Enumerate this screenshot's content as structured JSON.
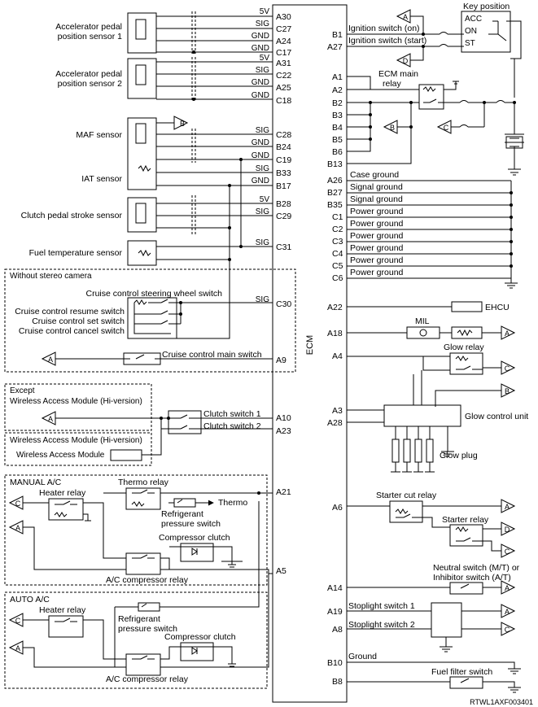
{
  "ecm_label": "ECM",
  "code": "RTWL1AXF003401",
  "left_components": [
    "Accelerator pedal",
    "position sensor 1",
    "Accelerator pedal",
    "position sensor 2",
    "MAF sensor",
    "IAT sensor",
    "Clutch pedal stroke sensor",
    "Fuel temperature sensor"
  ],
  "left_signals": [
    "5V",
    "SIG",
    "GND",
    "GND",
    "5V",
    "SIG",
    "GND",
    "GND",
    "SIG",
    "GND",
    "GND",
    "SIG",
    "GND",
    "5V",
    "SIG",
    "SIG",
    "SIG"
  ],
  "left_pins": [
    "A30",
    "C27",
    "A24",
    "C17",
    "A31",
    "C22",
    "A25",
    "C18",
    "C28",
    "B24",
    "C19",
    "B33",
    "B17",
    "B28",
    "C29",
    "C31",
    "C30",
    "A9",
    "A10",
    "A23",
    "A21",
    "A5"
  ],
  "cruise": {
    "box": "Without stereo camera",
    "steering": "Cruise control steering wheel switch",
    "resume": "Cruise control resume switch",
    "set": "Cruise control set switch",
    "cancel": "Cruise control cancel switch",
    "main": "Cruise control main switch"
  },
  "wam": {
    "except1": "Except",
    "except2": "Wireless Access Module (Hi-version)",
    "with": "Wireless Access Module (Hi-version)",
    "module": "Wireless Access Module",
    "clutch1": "Clutch switch 1",
    "clutch2": "Clutch switch 2"
  },
  "manual_ac": {
    "title": "MANUAL A/C",
    "thermo_relay": "Thermo relay",
    "heater_relay": "Heater relay",
    "thermo": "Thermo",
    "refrig1": "Refrigerant",
    "refrig2": "pressure switch",
    "clutch": "Compressor clutch",
    "comp_relay": "A/C compressor relay"
  },
  "auto_ac": {
    "title": "AUTO A/C",
    "heater_relay": "Heater relay",
    "refrig1": "Refrigerant",
    "refrig2": "pressure switch",
    "clutch": "Compressor clutch",
    "comp_relay": "A/C compressor relay"
  },
  "right_pins": [
    "B1",
    "A27",
    "A1",
    "A2",
    "B2",
    "B3",
    "B4",
    "B5",
    "B6",
    "B13",
    "A26",
    "B27",
    "B35",
    "C1",
    "C2",
    "C3",
    "C4",
    "C5",
    "C6",
    "A22",
    "A18",
    "A4",
    "A3",
    "A28",
    "A6",
    "A14",
    "A19",
    "A8",
    "B10",
    "B8"
  ],
  "ignition_on": "Ignition switch (on)",
  "ignition_start": "Ignition switch (start)",
  "key_position": "Key position",
  "key_acc": "ACC",
  "key_on": "ON",
  "key_st": "ST",
  "ecm_main1": "ECM main",
  "ecm_main2": "relay",
  "grounds": [
    "Case ground",
    "Signal ground",
    "Signal ground",
    "Power ground",
    "Power ground",
    "Power ground",
    "Power ground",
    "Power ground",
    "Power ground"
  ],
  "ehcu": "EHCU",
  "mil": "MIL",
  "glow_relay": "Glow relay",
  "glow_unit": "Glow control unit",
  "glow_plug": "Glow plug",
  "starter_cut": "Starter cut relay",
  "starter_relay": "Starter relay",
  "neutral1": "Neutral switch (M/T) or",
  "neutral2": "Inhibitor switch (A/T)",
  "stop1": "Stoplight switch 1",
  "stop2": "Stoplight switch 2",
  "ground": "Ground",
  "fuel_filter": "Fuel filter switch",
  "conn": {
    "a": "A",
    "b": "B",
    "c": "C",
    "d": "D"
  }
}
